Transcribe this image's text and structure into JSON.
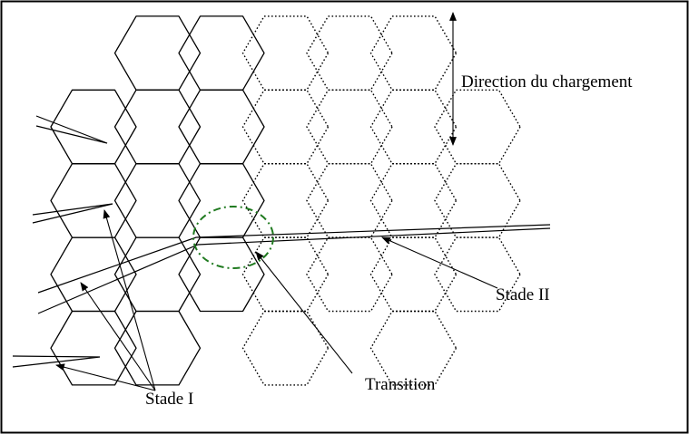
{
  "labels": {
    "loading_direction": "Direction du chargement",
    "stage_one": "Stade I",
    "stage_two": "Stade II",
    "transition": "Transition"
  },
  "colors": {
    "lines": "#000000",
    "transition_circle": "#1f7a1f",
    "background": "#ffffff"
  }
}
